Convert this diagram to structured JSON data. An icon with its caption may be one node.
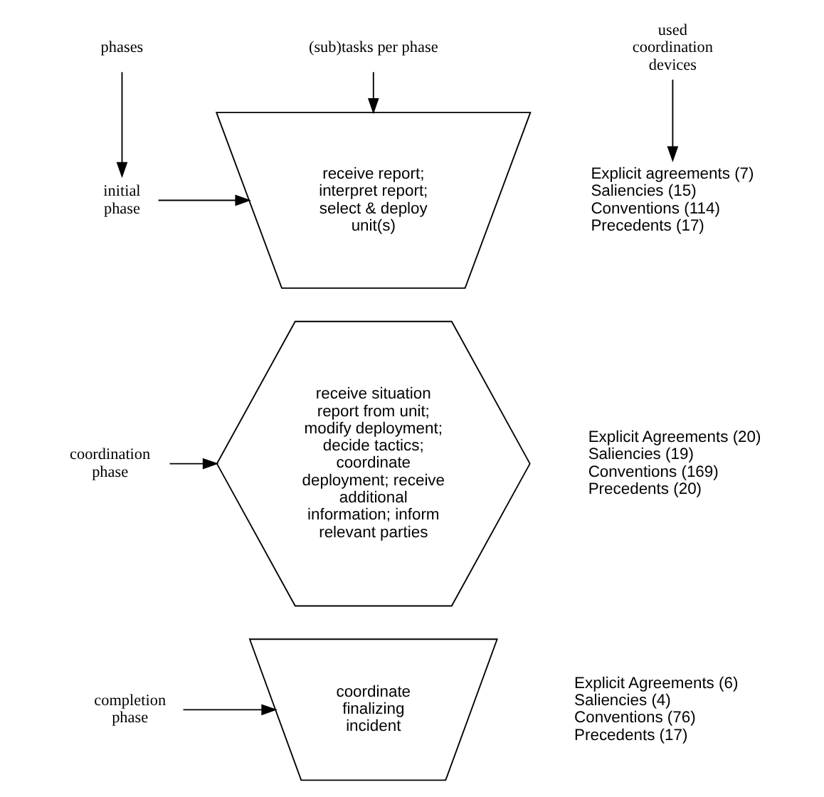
{
  "diagram": {
    "nodes": [
      {
        "text": [
          "phases"
        ]
      },
      {
        "text": [
          "(sub)tasks per phase"
        ]
      },
      {
        "text": [
          "used coordination devices"
        ]
      },
      {
        "text": [
          "initial phase"
        ]
      },
      {
        "text": [
          "receive report; interpret report; select & deploy unit(s)"
        ]
      },
      {
        "text": [
          "Explicit agreements (7)",
          "Saliencies (15)",
          "Conventions (114)",
          "Precedents (17)"
        ]
      },
      {
        "text": [
          "coordination phase"
        ]
      },
      {
        "text": [
          "receive situation report from unit; modify deployment; decide tactics; coordinate deployment; receive additional information; inform relevant parties"
        ]
      },
      {
        "text": [
          "Explicit Agreements (20)",
          "Saliencies (19)",
          "Conventions (169)",
          "Precedents (20)"
        ]
      },
      {
        "text": [
          "completion phase"
        ]
      },
      {
        "text": [
          "coordinate finalizing incident"
        ]
      },
      {
        "text": [
          "Explicit Agreements (6)",
          "Saliencies (4)",
          "Conventions (76)",
          "Precedents (17)"
        ]
      }
    ],
    "edges": [
      {
        "from": 0,
        "to": 3,
        "arrow": "to"
      },
      {
        "from": 1,
        "to": 4,
        "arrow": "to"
      },
      {
        "from": 2,
        "to": 5,
        "arrow": "to"
      },
      {
        "from": 3,
        "to": 4,
        "arrow": "to"
      },
      {
        "from": 6,
        "to": 7,
        "arrow": "to"
      },
      {
        "from": 9,
        "to": 10,
        "arrow": "to"
      }
    ]
  }
}
